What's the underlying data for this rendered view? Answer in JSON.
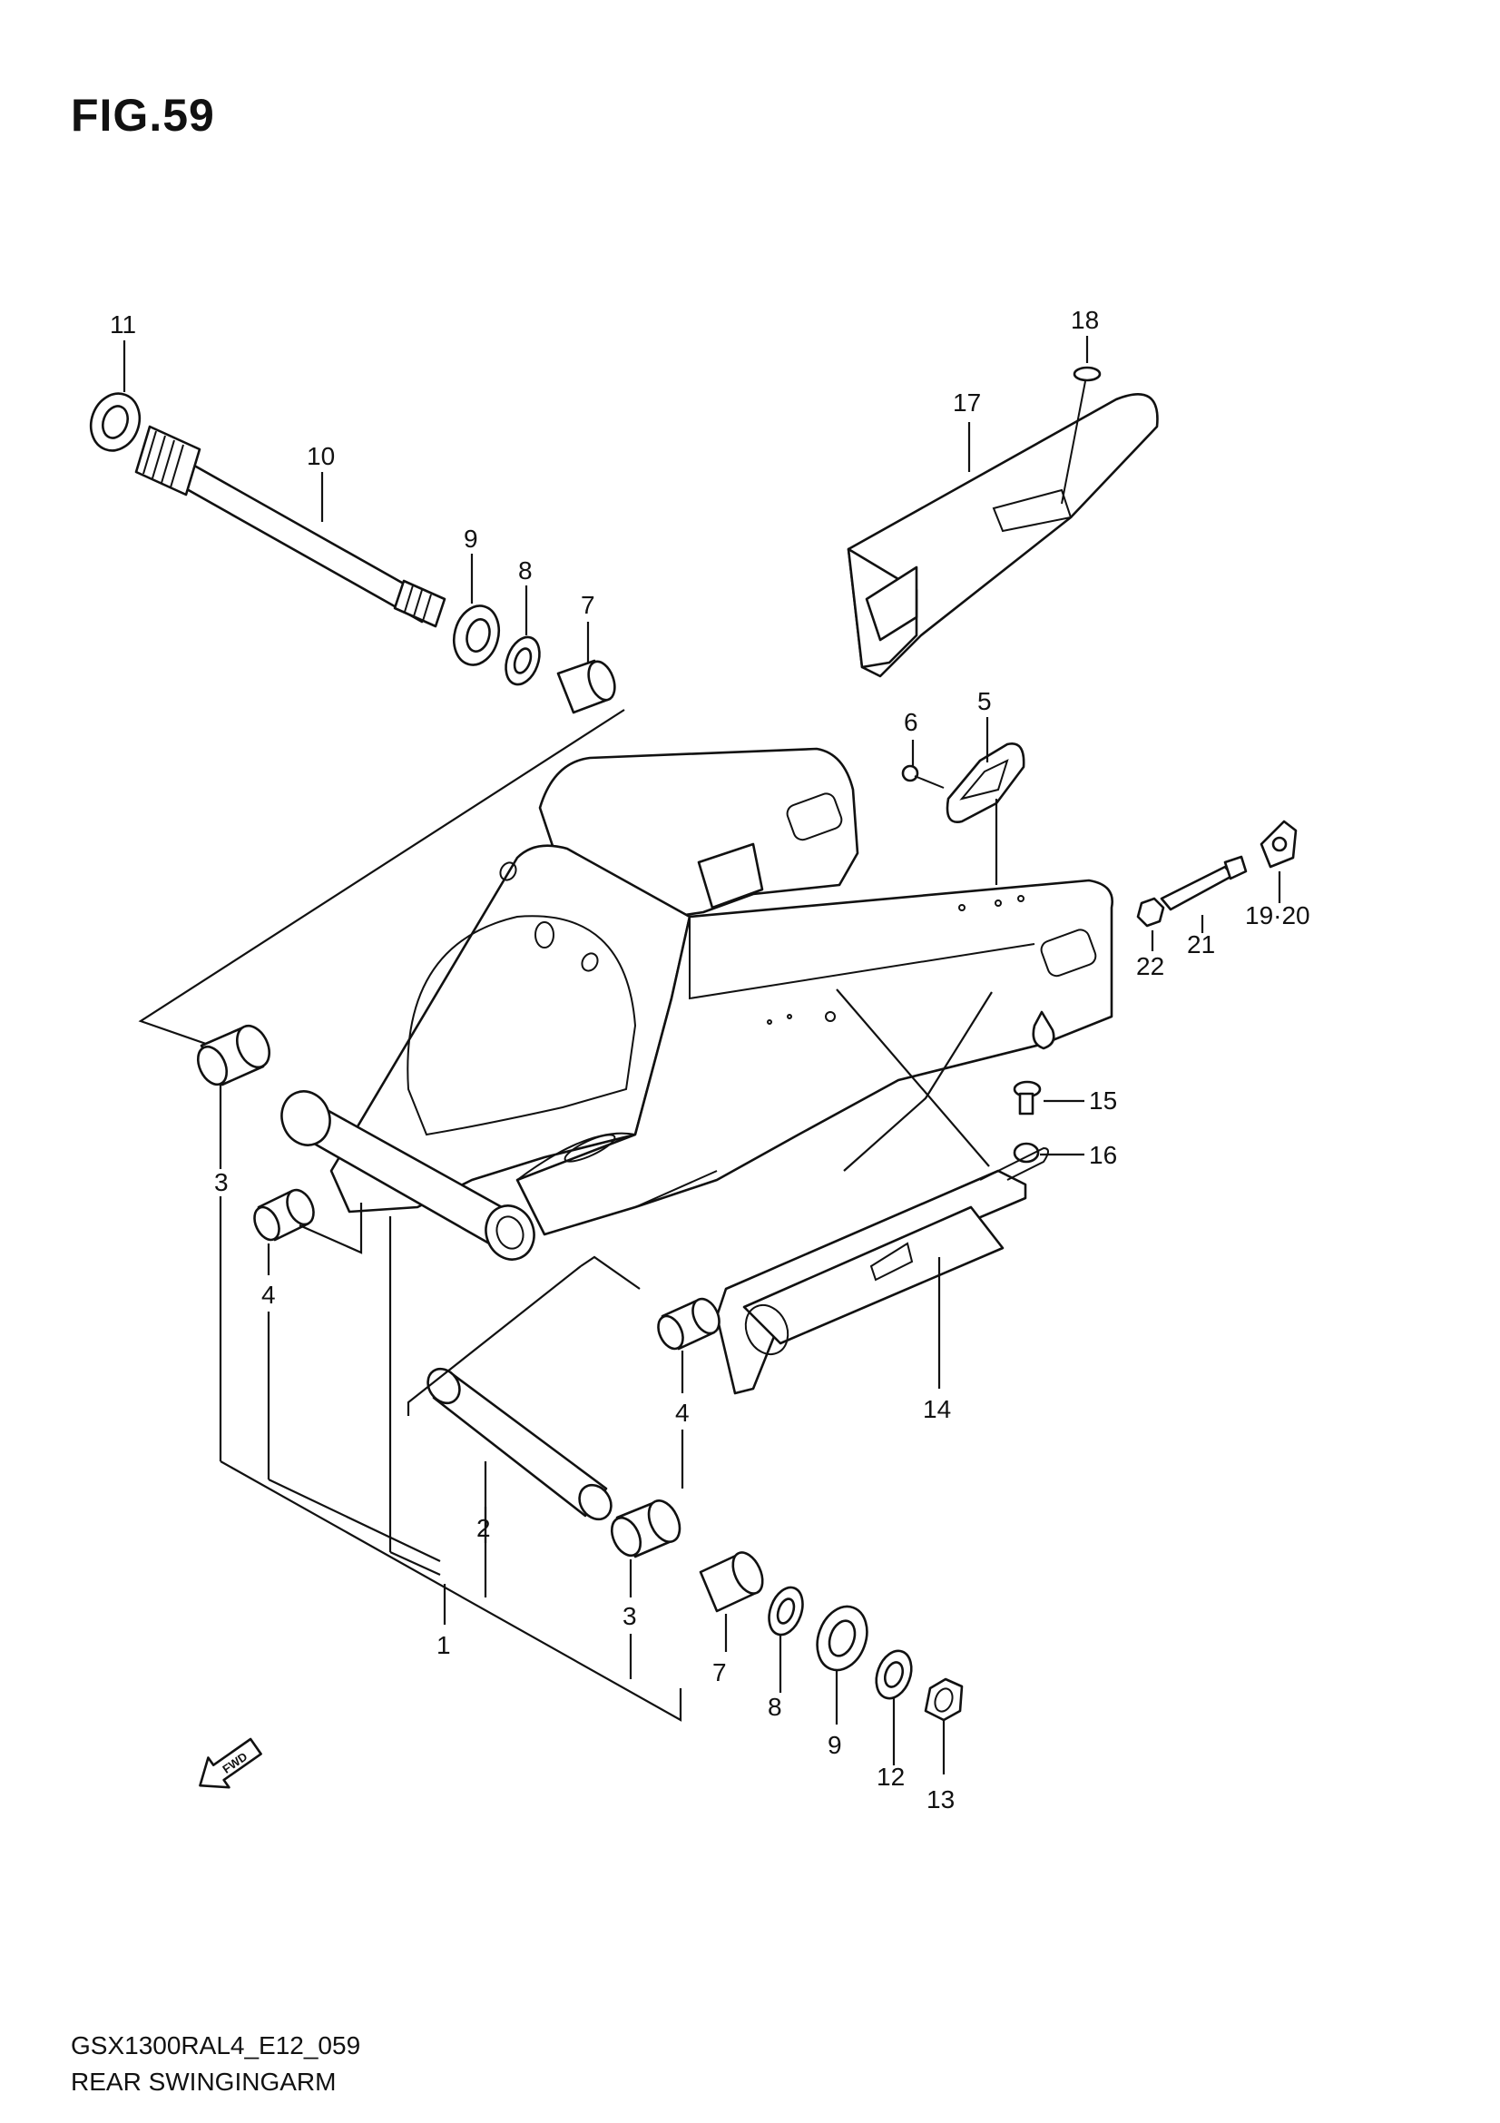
{
  "figure": {
    "title": "FIG.59"
  },
  "footer": {
    "model_code": "GSX1300RAL4_E12_059",
    "part_name": "REAR SWINGINGARM"
  },
  "callouts": {
    "c1": "1",
    "c2": "2",
    "c3a": "3",
    "c3b": "3",
    "c4a": "4",
    "c4b": "4",
    "c5": "5",
    "c6": "6",
    "c7a": "7",
    "c7b": "7",
    "c8a": "8",
    "c8b": "8",
    "c9a": "9",
    "c9b": "9",
    "c10": "10",
    "c11": "11",
    "c12": "12",
    "c13": "13",
    "c14": "14",
    "c15": "15",
    "c16": "16",
    "c17": "17",
    "c18": "18",
    "c1920": "19·20",
    "c21": "21",
    "c22": "22"
  },
  "direction_arrow": {
    "label": "FWD"
  }
}
